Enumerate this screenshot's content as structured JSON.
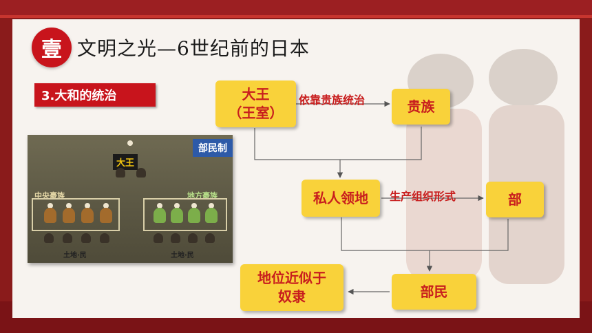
{
  "header": {
    "seal_char": "壹",
    "title": "文明之光—6世纪前的日本"
  },
  "section": {
    "label": "3.大和的统治"
  },
  "illustration": {
    "tag": "部民制",
    "king": "大王",
    "central_group": "中央豪族",
    "local_group": "地方豪族",
    "land_left": "土地·民",
    "land_right": "土地·民"
  },
  "diagram": {
    "nodes": {
      "king": "大王\n（王室）",
      "nobles": "贵族",
      "private_land": "私人领地",
      "be": "部",
      "bemin": "部民",
      "status": "地位近似于\n奴隶"
    },
    "edges": {
      "rely": "依靠贵族统治",
      "organize": "生产组织形式"
    }
  }
}
